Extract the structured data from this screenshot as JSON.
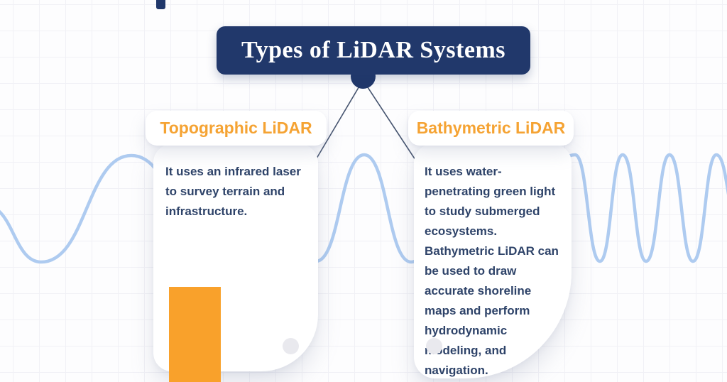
{
  "title": {
    "text": "Types of LiDAR Systems"
  },
  "colors": {
    "navy": "#21386B",
    "heading_orange": "#F5A333",
    "orange_block": "#F9A12B",
    "wave_blue": "#AECBF0",
    "body_text": "#2E4369"
  },
  "branches": [
    {
      "label": "Topographic LiDAR",
      "description": "It uses an infrared laser to survey terrain and infrastructure."
    },
    {
      "label": "Bathymetric LiDAR",
      "description": "It uses water-penetrating green light to study submerged ecosystems. Bathymetric LiDAR can be used to draw accurate shoreline maps and perform hydrodynamic modeling, and navigation."
    }
  ]
}
